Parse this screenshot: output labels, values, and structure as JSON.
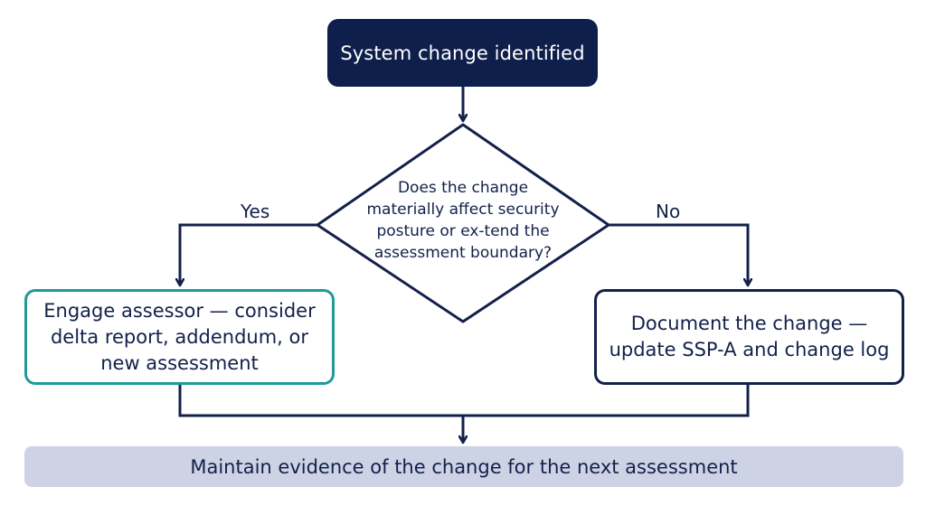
{
  "flowchart": {
    "start": "System change identified",
    "decision": "Does the change materially affect security posture or ex-tend the assessment boundary?",
    "yes_label": "Yes",
    "no_label": "No",
    "yes_action": "Engage assessor — consider delta report, addendum, or new assessment",
    "no_action": "Document the change — update SSP-A and change log",
    "final": "Maintain evidence of the change for the next assessment"
  },
  "colors": {
    "primary_navy": "#0f1f4b",
    "teal_accent": "#1f9a98",
    "final_bar": "#cdd3e5"
  }
}
